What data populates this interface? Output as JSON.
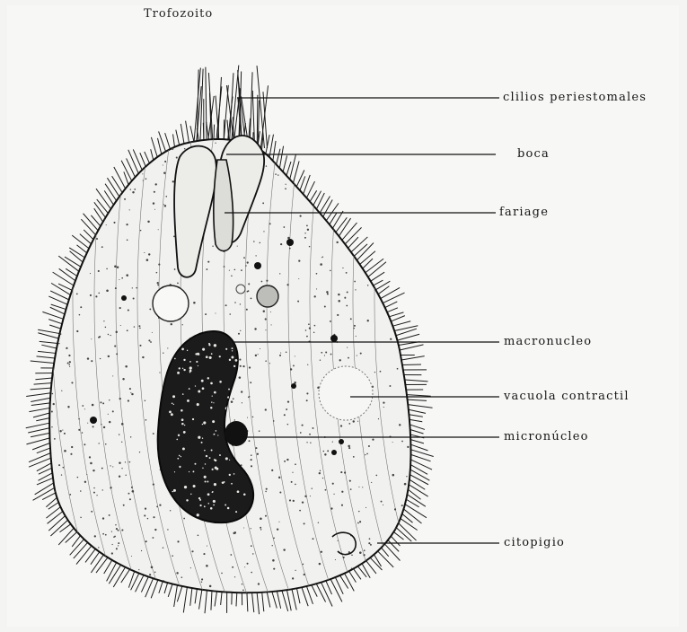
{
  "title": "Trofozoito",
  "labels": {
    "cilios": "clilios periestomales",
    "boca": "boca",
    "faringe": "fariage",
    "macronucleo": "macronucleo",
    "vacuola": "vacuola contractil",
    "micronucleo": "micronúcleo",
    "citopigio": "citopigio"
  },
  "colors": {
    "ink": "#151515",
    "paper": "#f7f7f6",
    "body_fill": "#f1f1ef"
  }
}
